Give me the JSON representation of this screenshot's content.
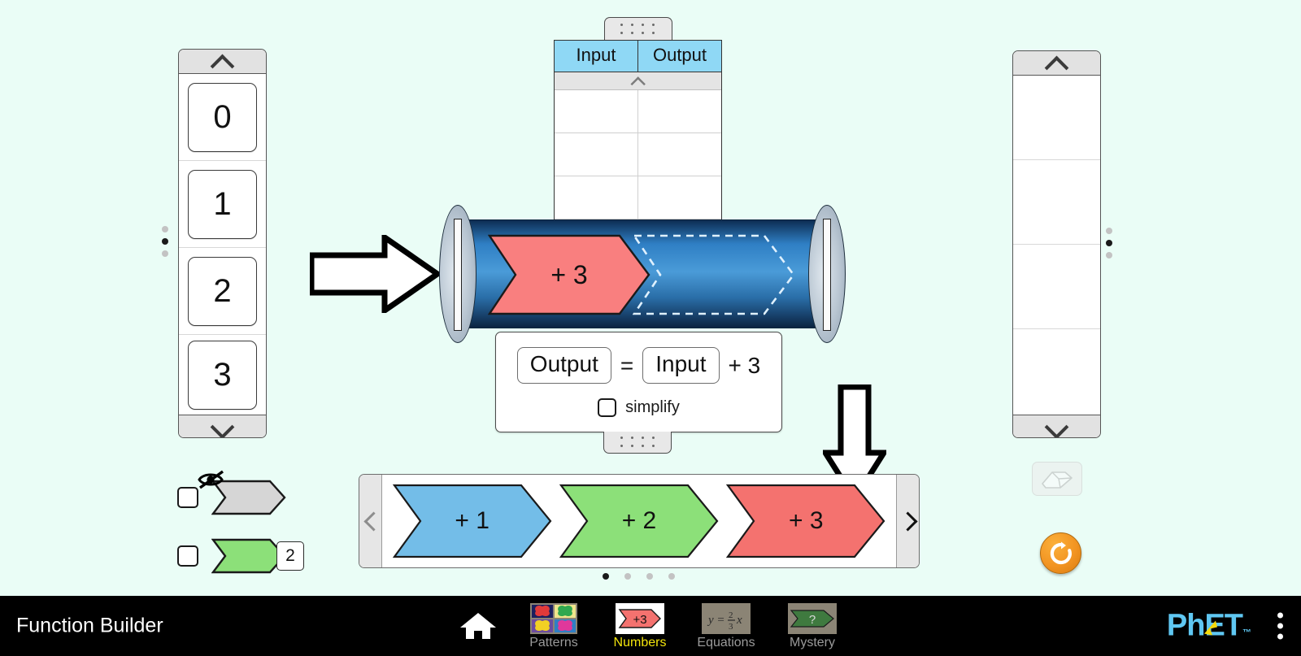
{
  "sim": {
    "title": "Function Builder",
    "screen": "Numbers"
  },
  "input_carousel": {
    "name": "input-cards-carousel",
    "up_arrow": "chevron-up-icon",
    "down_arrow": "chevron-down-icon",
    "cards": [
      "0",
      "1",
      "2",
      "3"
    ],
    "page_dots": [
      {
        "active": false
      },
      {
        "active": true
      },
      {
        "active": false
      }
    ]
  },
  "table": {
    "name": "input-output-table",
    "drag_handle": "grip-dots-icon",
    "headers": [
      "Input",
      "Output"
    ],
    "scroll_up": "chevron-up-icon",
    "scroll_down": "chevron-down-icon",
    "rows": [
      {
        "input": "",
        "output": ""
      },
      {
        "input": "",
        "output": ""
      },
      {
        "input": "",
        "output": ""
      }
    ]
  },
  "machine": {
    "name": "function-machine",
    "input_arrow": "arrow-right-icon",
    "installed_function": {
      "label": "+ 3",
      "color": "#f97f7f"
    },
    "empty_slot_label": "",
    "body_color": "#2f7fc4"
  },
  "equation_panel": {
    "name": "equation-panel",
    "output_label": "Output",
    "equals": "=",
    "input_label": "Input",
    "operation": "+ 3",
    "simplify_label": "simplify",
    "simplify_checked": false,
    "drag_handle": "grip-dots-icon"
  },
  "function_carousel": {
    "name": "function-carousel",
    "prev_arrow": "chevron-left-icon",
    "next_arrow": "chevron-right-icon",
    "prev_enabled": false,
    "next_enabled": true,
    "functions": [
      {
        "label": "+ 1",
        "color": "#73bde8"
      },
      {
        "label": "+ 2",
        "color": "#8ce079"
      },
      {
        "label": "+ 3",
        "color": "#f4726f"
      }
    ],
    "page_dots": [
      {
        "active": true
      },
      {
        "active": false
      },
      {
        "active": false
      },
      {
        "active": false
      }
    ],
    "drop_arrow": "arrow-down-icon"
  },
  "checkboxes": [
    {
      "name": "hide-functions-checkbox",
      "icon": "eye-slash-icon",
      "shape_color": "#d6d6d6",
      "checked": false,
      "badge": ""
    },
    {
      "name": "hide-cards-checkbox",
      "icon": "function-card-icon",
      "shape_color": "#8ce079",
      "checked": false,
      "badge": "2"
    }
  ],
  "output_carousel": {
    "name": "output-cards-carousel",
    "up_arrow": "chevron-up-icon",
    "down_arrow": "chevron-down-icon",
    "cards": [
      "",
      "",
      "",
      ""
    ],
    "page_dots": [
      {
        "active": false
      },
      {
        "active": true
      },
      {
        "active": false
      }
    ]
  },
  "buttons": {
    "eraser": {
      "name": "eraser-button",
      "icon": "eraser-icon",
      "enabled": false
    },
    "reset_all": {
      "name": "reset-all-button",
      "icon": "reset-circle-icon",
      "color": "#f29422"
    }
  },
  "navbar": {
    "home": {
      "label": "",
      "icon": "home-icon"
    },
    "screens": [
      {
        "label": "Patterns",
        "icon": "butterflies-icon",
        "active": false
      },
      {
        "label": "Numbers",
        "icon": "plus-three-card-icon",
        "active": true
      },
      {
        "label": "Equations",
        "icon": "equation-icon",
        "active": false
      },
      {
        "label": "Mystery",
        "icon": "question-card-icon",
        "active": false
      }
    ],
    "logo": {
      "part1": "Ph",
      "part2": "ET",
      "tm": "™"
    },
    "menu": {
      "name": "kebab-menu-button",
      "icon": "kebab-menu-icon"
    }
  }
}
